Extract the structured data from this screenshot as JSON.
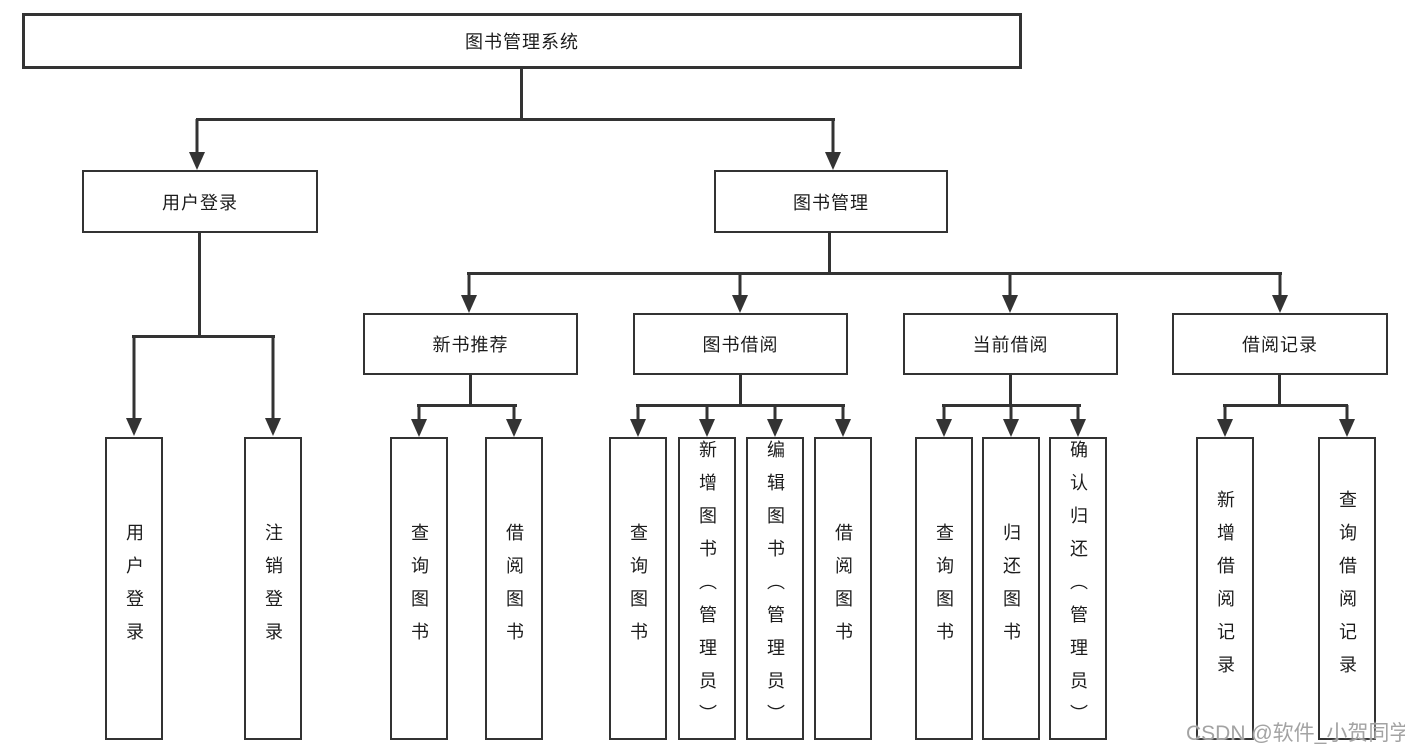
{
  "diagram_title": "图书管理系统",
  "tree": {
    "root": "图书管理系统",
    "branches": [
      {
        "label": "用户登录",
        "children": [
          {
            "label": "用户登录"
          },
          {
            "label": "注销登录"
          }
        ]
      },
      {
        "label": "图书管理",
        "children": [
          {
            "label": "新书推荐",
            "children": [
              {
                "label": "查询图书"
              },
              {
                "label": "借阅图书"
              }
            ]
          },
          {
            "label": "图书借阅",
            "children": [
              {
                "label": "查询图书"
              },
              {
                "label": "新增图书（管理员）"
              },
              {
                "label": "编辑图书（管理员）"
              },
              {
                "label": "借阅图书"
              }
            ]
          },
          {
            "label": "当前借阅",
            "children": [
              {
                "label": "查询图书"
              },
              {
                "label": "归还图书"
              },
              {
                "label": "确认归还（管理员）"
              }
            ]
          },
          {
            "label": "借阅记录",
            "children": [
              {
                "label": "新增借阅记录"
              },
              {
                "label": "查询借阅记录"
              }
            ]
          }
        ]
      }
    ]
  },
  "watermark": "CSDN @软件_小贺同学",
  "colors": {
    "line": "#333333",
    "text": "#1c1c1c",
    "watermark": "#a3a3a3",
    "background": "#ffffff"
  }
}
